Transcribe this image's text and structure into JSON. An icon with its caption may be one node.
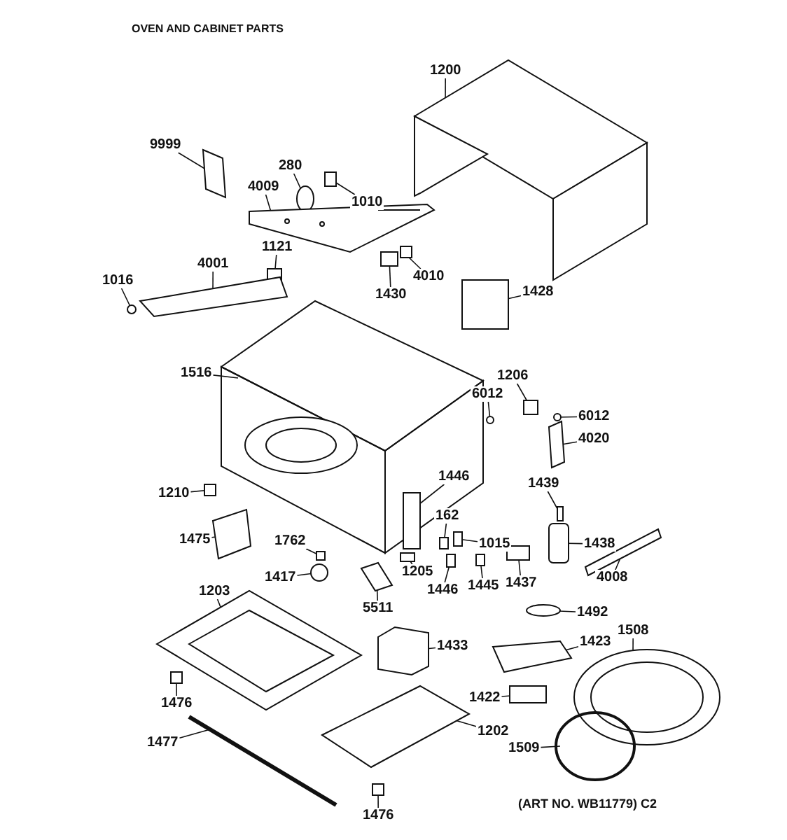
{
  "diagram": {
    "title": "OVEN AND CABINET PARTS",
    "caption": "(ART NO. WB11779) C2",
    "nodes": [
      {
        "text": [
          "1200"
        ]
      },
      {
        "text": [
          "9999"
        ]
      },
      {
        "text": [
          "280"
        ]
      },
      {
        "text": [
          "1010"
        ]
      },
      {
        "text": [
          "4009"
        ]
      },
      {
        "text": [
          "1121"
        ]
      },
      {
        "text": [
          "4001"
        ]
      },
      {
        "text": [
          "1016"
        ]
      },
      {
        "text": [
          "1430"
        ]
      },
      {
        "text": [
          "4010"
        ]
      },
      {
        "text": [
          "1428"
        ]
      },
      {
        "text": [
          "1516"
        ]
      },
      {
        "text": [
          "6012"
        ]
      },
      {
        "text": [
          "1206"
        ]
      },
      {
        "text": [
          "6012"
        ]
      },
      {
        "text": [
          "4020"
        ]
      },
      {
        "text": [
          "1210"
        ]
      },
      {
        "text": [
          "1446"
        ]
      },
      {
        "text": [
          "1439"
        ]
      },
      {
        "text": [
          "162"
        ]
      },
      {
        "text": [
          "1015"
        ]
      },
      {
        "text": [
          "1475"
        ]
      },
      {
        "text": [
          "1762"
        ]
      },
      {
        "text": [
          "1438"
        ]
      },
      {
        "text": [
          "1205"
        ]
      },
      {
        "text": [
          "1446"
        ]
      },
      {
        "text": [
          "1445"
        ]
      },
      {
        "text": [
          "1437"
        ]
      },
      {
        "text": [
          "4008"
        ]
      },
      {
        "text": [
          "1417"
        ]
      },
      {
        "text": [
          "5511"
        ]
      },
      {
        "text": [
          "1492"
        ]
      },
      {
        "text": [
          "1203"
        ]
      },
      {
        "text": [
          "1433"
        ]
      },
      {
        "text": [
          "1423"
        ]
      },
      {
        "text": [
          "1508"
        ]
      },
      {
        "text": [
          "1476"
        ]
      },
      {
        "text": [
          "1422"
        ]
      },
      {
        "text": [
          "1202"
        ]
      },
      {
        "text": [
          "1477"
        ]
      },
      {
        "text": [
          "1509"
        ]
      },
      {
        "text": [
          "1476"
        ]
      },
      {
        "text": [],
        "shape": "picture"
      },
      {
        "text": [],
        "shape": "box"
      },
      {
        "text": [],
        "shape": "circle"
      },
      {
        "text": [],
        "shape": "box"
      },
      {
        "text": [],
        "shape": "picture"
      },
      {
        "text": [],
        "shape": "box"
      },
      {
        "text": [],
        "shape": "box"
      },
      {
        "text": [],
        "shape": "circle"
      },
      {
        "text": [],
        "shape": "box"
      },
      {
        "text": [],
        "shape": "box"
      },
      {
        "text": [],
        "shape": "box"
      },
      {
        "text": [],
        "shape": "picture"
      },
      {
        "text": [],
        "shape": "circle"
      },
      {
        "text": [],
        "shape": "box"
      },
      {
        "text": [],
        "shape": "circle"
      },
      {
        "text": [],
        "shape": "box"
      },
      {
        "text": [],
        "shape": "box"
      },
      {
        "text": [],
        "shape": "box"
      },
      {
        "text": [],
        "shape": "box"
      },
      {
        "text": [],
        "shape": "box"
      },
      {
        "text": [],
        "shape": "box"
      },
      {
        "text": [],
        "shape": "box"
      },
      {
        "text": [],
        "shape": "box"
      },
      {
        "text": [],
        "shape": "box"
      },
      {
        "text": [],
        "shape": "box"
      },
      {
        "text": [],
        "shape": "box"
      },
      {
        "text": [],
        "shape": "box"
      },
      {
        "text": [],
        "shape": "box"
      },
      {
        "text": [],
        "shape": "bar"
      },
      {
        "text": [],
        "shape": "circle"
      },
      {
        "text": [],
        "shape": "box"
      },
      {
        "text": [],
        "shape": "circle"
      },
      {
        "text": [],
        "shape": "picture"
      },
      {
        "text": [],
        "shape": "box"
      },
      {
        "text": [],
        "shape": "box"
      },
      {
        "text": [],
        "shape": "picture"
      },
      {
        "text": [],
        "shape": "box"
      },
      {
        "text": [],
        "shape": "box"
      },
      {
        "text": [],
        "shape": "box"
      },
      {
        "text": [],
        "shape": "bar"
      },
      {
        "text": [],
        "shape": "circle"
      },
      {
        "text": [],
        "shape": "box"
      }
    ],
    "edges": [
      {
        "from": 0,
        "to": 42,
        "arrow": "none"
      },
      {
        "from": 1,
        "to": 43,
        "arrow": "none"
      },
      {
        "from": 2,
        "to": 44,
        "arrow": "none"
      },
      {
        "from": 3,
        "to": 45,
        "arrow": "none"
      },
      {
        "from": 4,
        "to": 46,
        "arrow": "none"
      },
      {
        "from": 5,
        "to": 47,
        "arrow": "none"
      },
      {
        "from": 6,
        "to": 48,
        "arrow": "none"
      },
      {
        "from": 7,
        "to": 49,
        "arrow": "none"
      },
      {
        "from": 8,
        "to": 50,
        "arrow": "none"
      },
      {
        "from": 9,
        "to": 51,
        "arrow": "none"
      },
      {
        "from": 10,
        "to": 52,
        "arrow": "none"
      },
      {
        "from": 11,
        "to": 53,
        "arrow": "none"
      },
      {
        "from": 12,
        "to": 54,
        "arrow": "none"
      },
      {
        "from": 13,
        "to": 55,
        "arrow": "none"
      },
      {
        "from": 14,
        "to": 56,
        "arrow": "none"
      },
      {
        "from": 15,
        "to": 57,
        "arrow": "none"
      },
      {
        "from": 16,
        "to": 58,
        "arrow": "none"
      },
      {
        "from": 17,
        "to": 59,
        "arrow": "none"
      },
      {
        "from": 18,
        "to": 60,
        "arrow": "none"
      },
      {
        "from": 19,
        "to": 61,
        "arrow": "none"
      },
      {
        "from": 20,
        "to": 62,
        "arrow": "none"
      },
      {
        "from": 21,
        "to": 63,
        "arrow": "none"
      },
      {
        "from": 22,
        "to": 64,
        "arrow": "none"
      },
      {
        "from": 23,
        "to": 65,
        "arrow": "none"
      },
      {
        "from": 24,
        "to": 66,
        "arrow": "none"
      },
      {
        "from": 25,
        "to": 67,
        "arrow": "none"
      },
      {
        "from": 26,
        "to": 68,
        "arrow": "none"
      },
      {
        "from": 27,
        "to": 69,
        "arrow": "none"
      },
      {
        "from": 28,
        "to": 70,
        "arrow": "none"
      },
      {
        "from": 29,
        "to": 71,
        "arrow": "none"
      },
      {
        "from": 30,
        "to": 72,
        "arrow": "none"
      },
      {
        "from": 31,
        "to": 73,
        "arrow": "none"
      },
      {
        "from": 32,
        "to": 74,
        "arrow": "none"
      },
      {
        "from": 33,
        "to": 75,
        "arrow": "none"
      },
      {
        "from": 34,
        "to": 76,
        "arrow": "none"
      },
      {
        "from": 35,
        "to": 77,
        "arrow": "none"
      },
      {
        "from": 36,
        "to": 78,
        "arrow": "none"
      },
      {
        "from": 37,
        "to": 79,
        "arrow": "none"
      },
      {
        "from": 38,
        "to": 80,
        "arrow": "none"
      },
      {
        "from": 39,
        "to": 81,
        "arrow": "none"
      },
      {
        "from": 40,
        "to": 82,
        "arrow": "none"
      },
      {
        "from": 41,
        "to": 83,
        "arrow": "none"
      }
    ]
  }
}
